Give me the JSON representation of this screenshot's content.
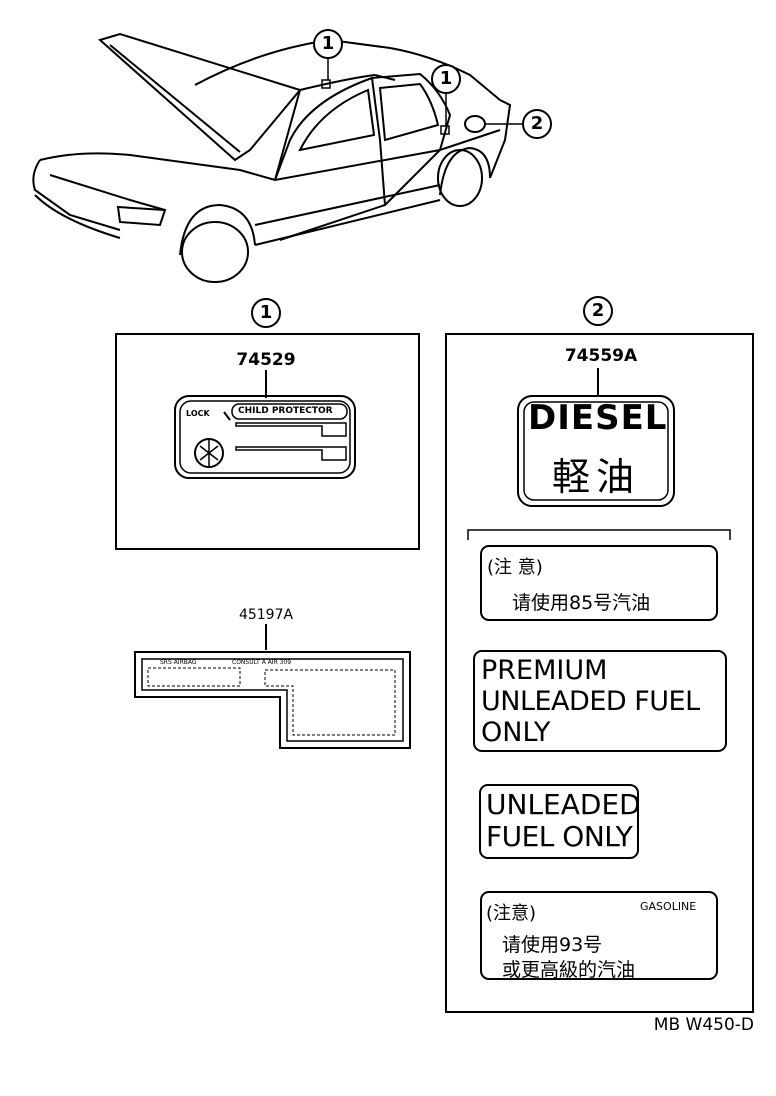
{
  "callouts": {
    "one": "1",
    "two": "2"
  },
  "section_one": {
    "label_marker": "1",
    "part_number": "74529",
    "label_lock": "LOCK",
    "label_child": "CHILD PROTECTOR"
  },
  "airbag": {
    "part_number": "45197A",
    "tiny_text_1": "SRS AIRBAG",
    "tiny_text_2": "CONSULT A   AIR 309"
  },
  "section_two": {
    "label_marker": "2",
    "part_number": "74559A",
    "diesel_en": "DIESEL",
    "diesel_cn": "軽油",
    "notice1_title": "(注 意)",
    "notice1_body": "请使用85号汽油",
    "premium_line1": "PREMIUM",
    "premium_line2": "UNLEADED FUEL",
    "premium_line3": "ONLY",
    "unleaded_line1": "UNLEADED",
    "unleaded_line2": "FUEL ONLY",
    "notice2_title": "(注意)",
    "notice2_tag": "GASOLINE",
    "notice2_line1": "请使用93号",
    "notice2_line2": "或更高級的汽油"
  },
  "footer": {
    "code": "MB W450-D"
  }
}
